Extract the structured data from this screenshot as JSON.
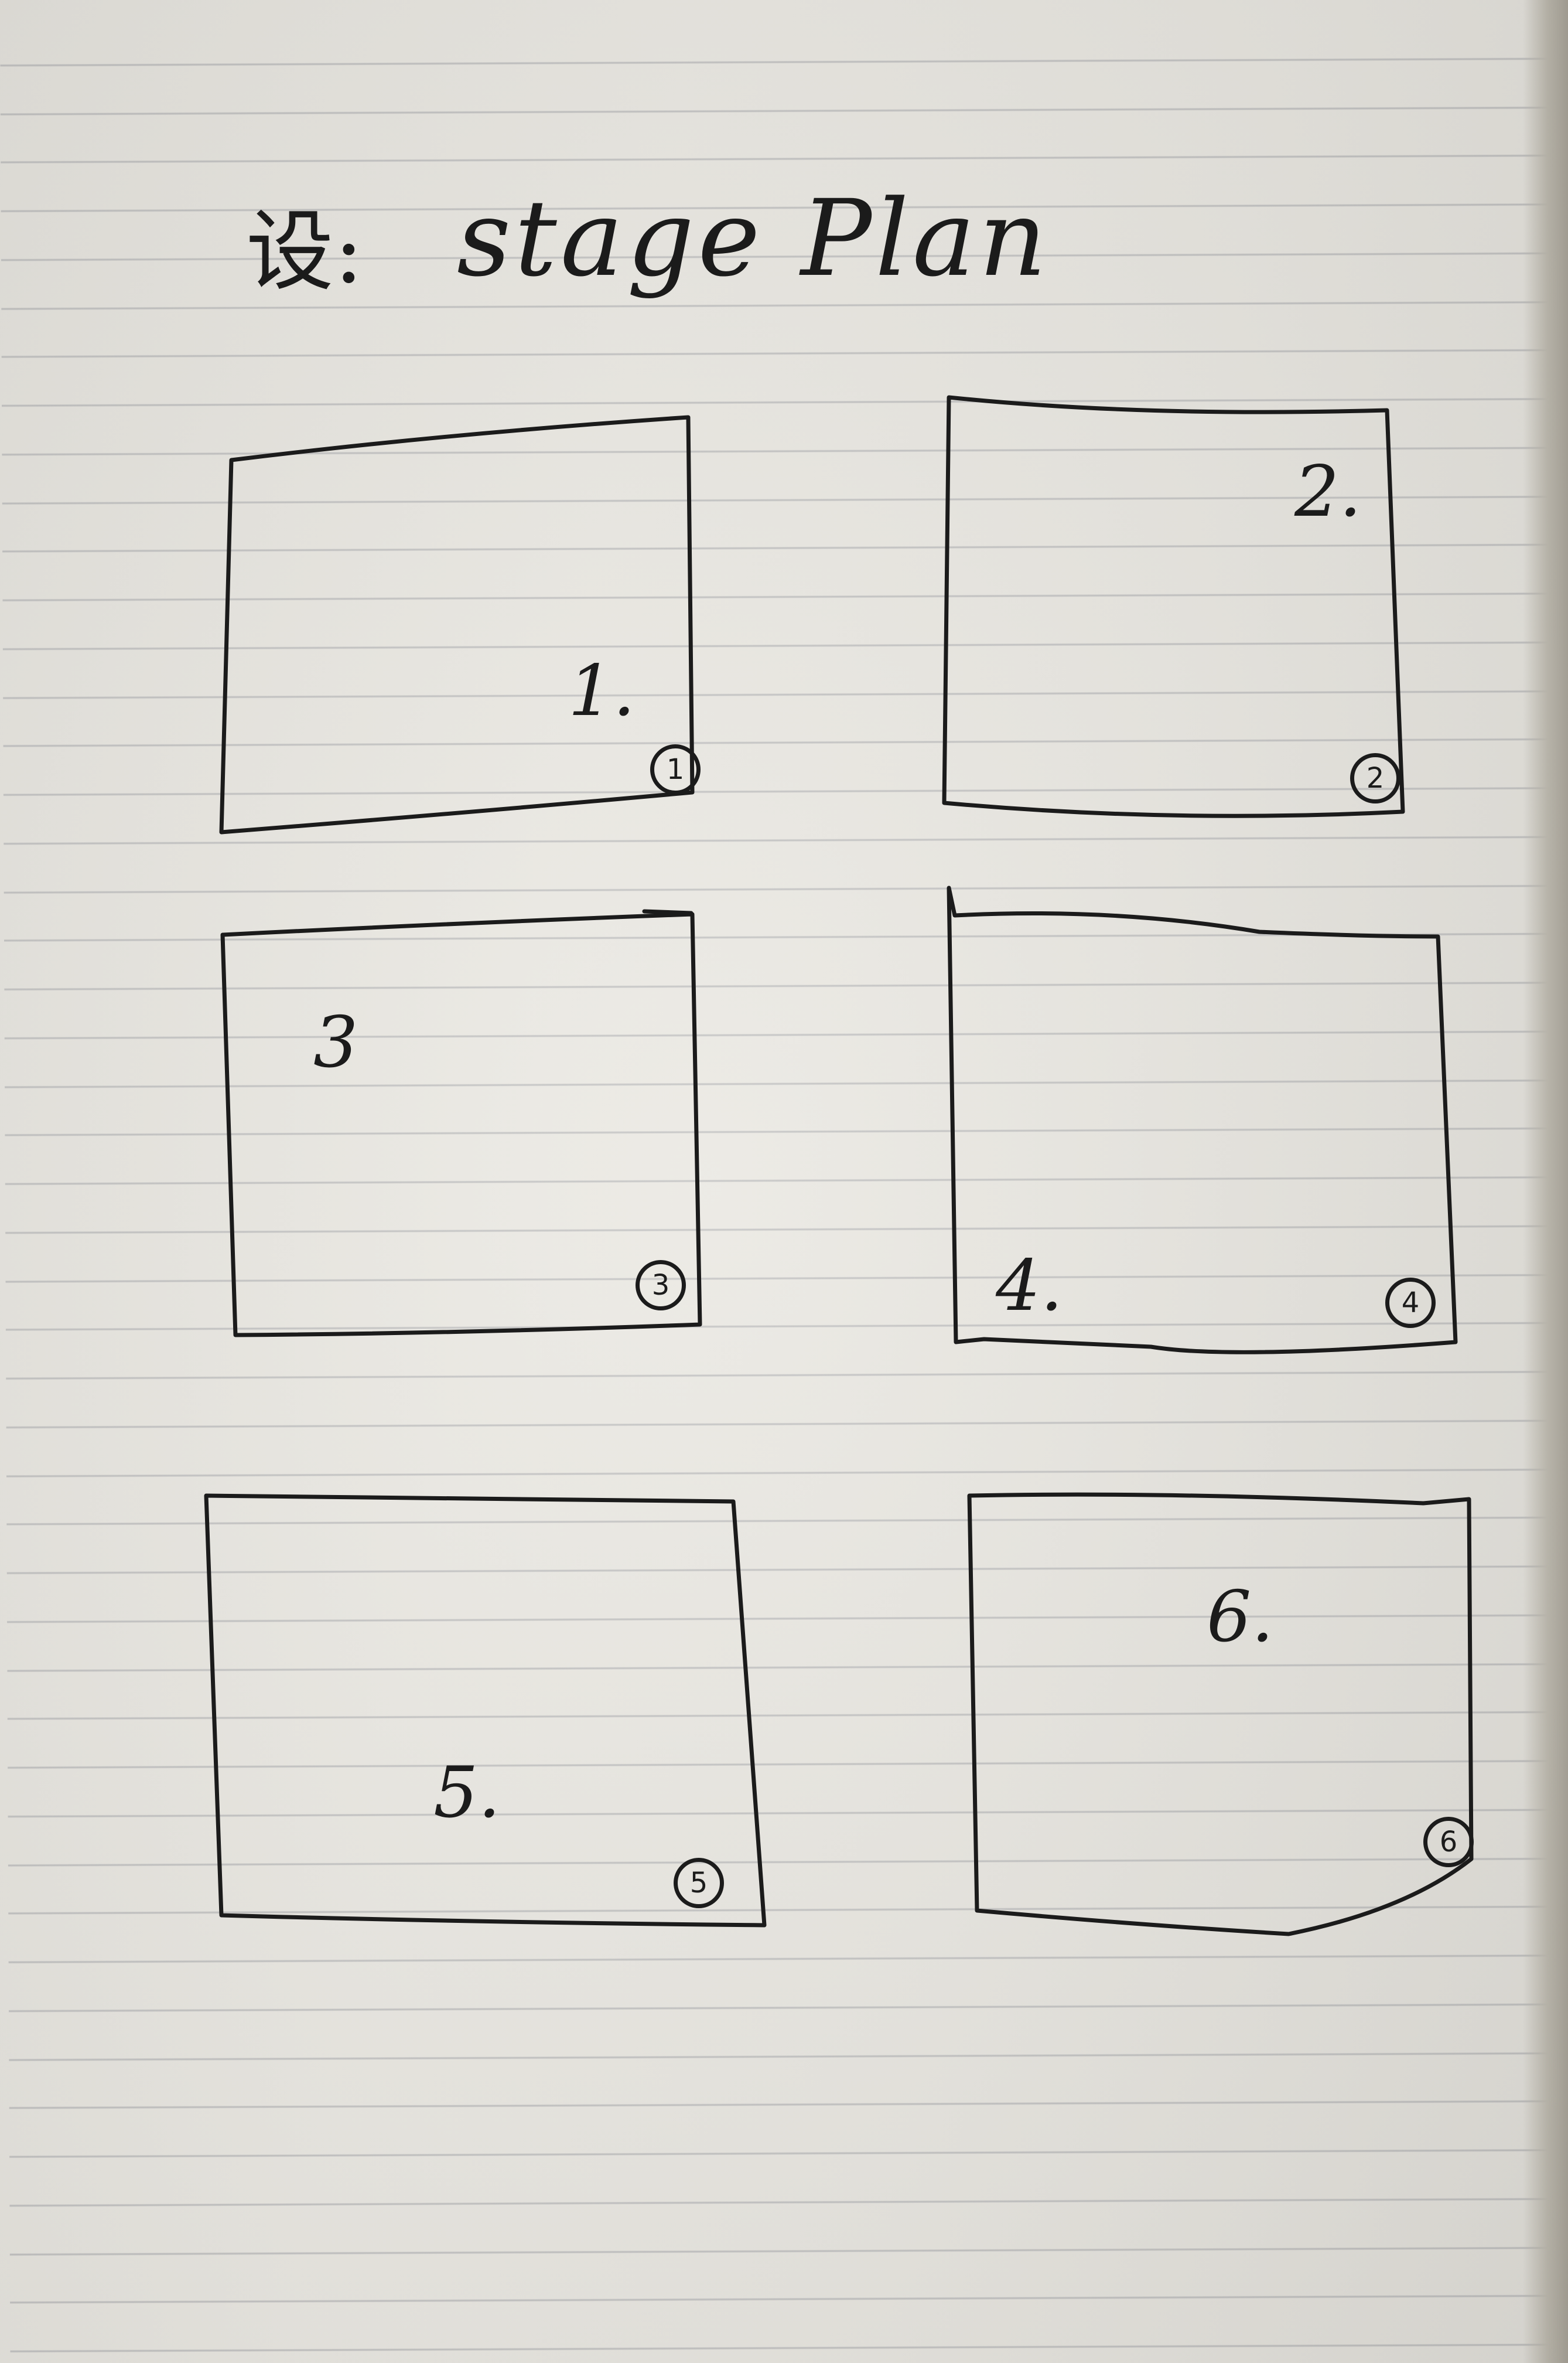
{
  "page": {
    "title_prefix": "设:",
    "title_text": "stage Plan"
  },
  "panels": [
    {
      "label": "1.",
      "corner_mark": "1"
    },
    {
      "label": "2.",
      "corner_mark": "2"
    },
    {
      "label": "3",
      "corner_mark": "3"
    },
    {
      "label": "4.",
      "corner_mark": "4"
    },
    {
      "label": "5.",
      "corner_mark": "5"
    },
    {
      "label": "6.",
      "corner_mark": "6"
    }
  ],
  "colors": {
    "paper": "#e8e6e0",
    "ruling": "#96989e",
    "ink": "#1b1b1b"
  }
}
